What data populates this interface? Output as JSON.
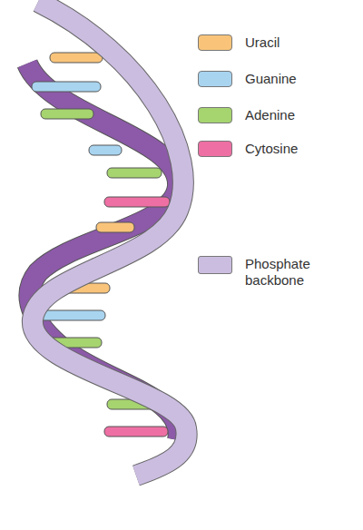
{
  "diagram": {
    "legend": [
      {
        "text": "Uracil",
        "color": "#f9c47a"
      },
      {
        "text": "Guanine",
        "color": "#a8d4f0"
      },
      {
        "text": "Adenine",
        "color": "#a6d46f"
      },
      {
        "text": "Cytosine",
        "color": "#ee6fa3"
      },
      {
        "text": "Phosphate backbone",
        "color": "#cbbde0"
      }
    ]
  }
}
